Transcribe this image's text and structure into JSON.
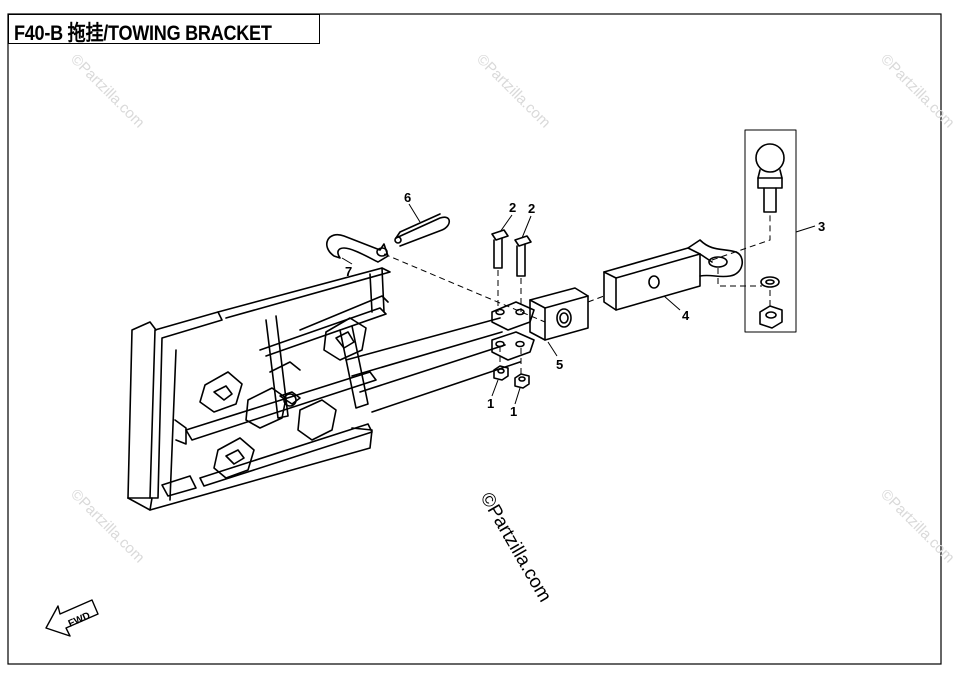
{
  "title": "F40-B 拖挂/TOWING BRACKET",
  "callouts": {
    "c1a": "1",
    "c1b": "1",
    "c2a": "2",
    "c2b": "2",
    "c3": "3",
    "c4": "4",
    "c5": "5",
    "c6": "6",
    "c7": "7"
  },
  "watermark": "©Partzilla.com",
  "fwd_label": "FWD",
  "colors": {
    "line": "#000000",
    "watermark": "#d9d9d9"
  }
}
